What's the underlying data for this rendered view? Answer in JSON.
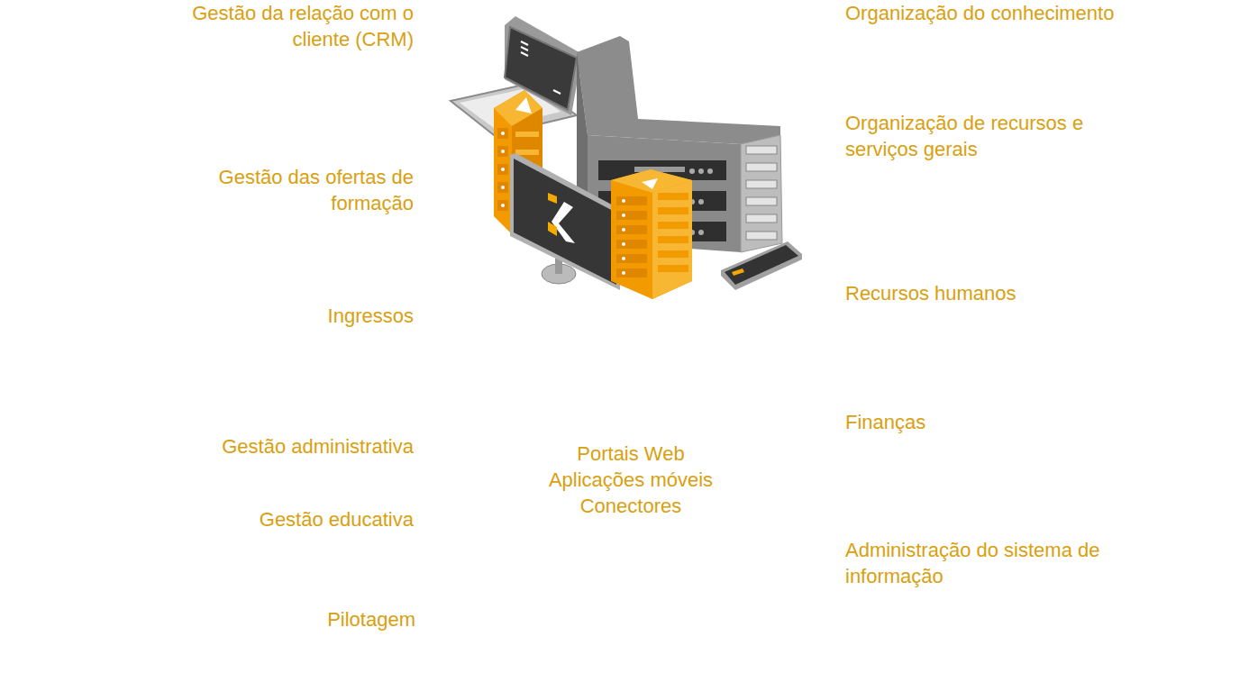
{
  "diagram": {
    "labels": [
      "Gestão da relação com o cliente (CRM)",
      "Gestão das ofertas de formação",
      "Ingressos",
      "Gestão administrativa",
      "Gestão educativa",
      "Pilotagem",
      "Organização do conhecimento",
      "Organização de recursos e serviços gerais",
      "Recursos humanos",
      "Finanças",
      "Administração do sistema de informação",
      "Portais Web",
      "Aplicações móveis",
      "Conectores"
    ]
  }
}
